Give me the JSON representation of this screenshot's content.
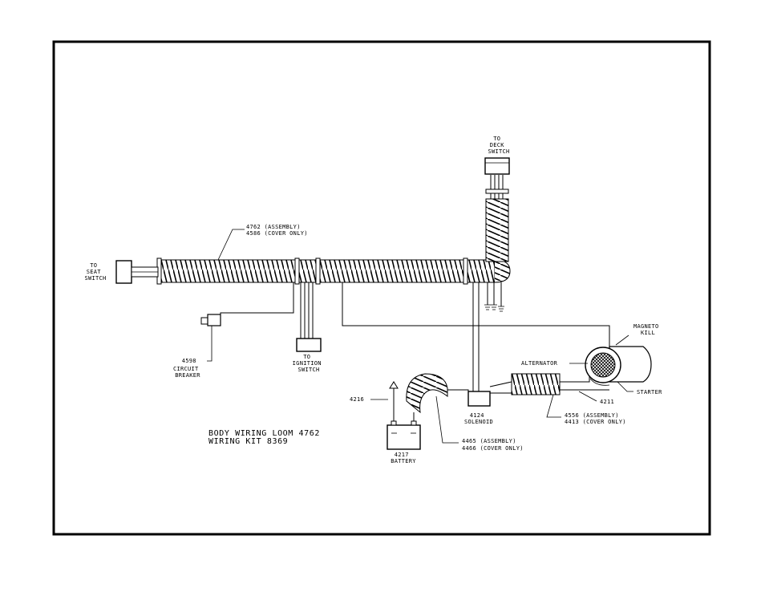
{
  "diagram": {
    "title_line1": "BODY WIRING LOOM 4762",
    "title_line2": "WIRING KIT 8369",
    "labels": {
      "deck_switch": [
        "TO",
        "DECK",
        "SWITCH"
      ],
      "seat_switch": [
        "TO",
        "SEAT",
        "SWITCH"
      ],
      "ignition_switch": [
        "TO",
        "IGNITION",
        "SWITCH"
      ],
      "circuit_breaker": [
        "4598",
        "CIRCUIT",
        "BREAKER"
      ],
      "main_loom": [
        "4762 (ASSEMBLY)",
        "4586 (COVER ONLY)"
      ],
      "magneto_kill": [
        "MAGNETO",
        "KILL"
      ],
      "alternator": "ALTERNATOR",
      "starter": "STARTER",
      "starter_part": "4211",
      "solenoid": [
        "4124",
        "SOLENOID"
      ],
      "alt_loom": [
        "4556 (ASSEMBLY)",
        "4413 (COVER ONLY)"
      ],
      "battery_loom": [
        "4465 (ASSEMBLY)",
        "4466 (COVER ONLY)"
      ],
      "battery": [
        "4217",
        "BATTERY"
      ],
      "ground_strap": "4216"
    }
  }
}
